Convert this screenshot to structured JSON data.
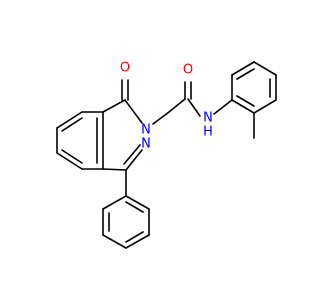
{
  "molecule": {
    "atoms": {
      "carbonyl_oxygen": {
        "label": "O",
        "color": "#ff0000"
      },
      "ring_nitrogen": {
        "label": "N",
        "color": "#0000ff"
      },
      "imine_nitrogen": {
        "label": "N",
        "color": "#0000ff"
      },
      "amide_oxygen": {
        "label": "O",
        "color": "#ff0000"
      },
      "amide_nitrogen": {
        "label": "N",
        "color": "#0000ff"
      },
      "amide_hydrogen": {
        "label": "H",
        "color": "#0000ff"
      }
    },
    "bond_color": "#000000"
  }
}
